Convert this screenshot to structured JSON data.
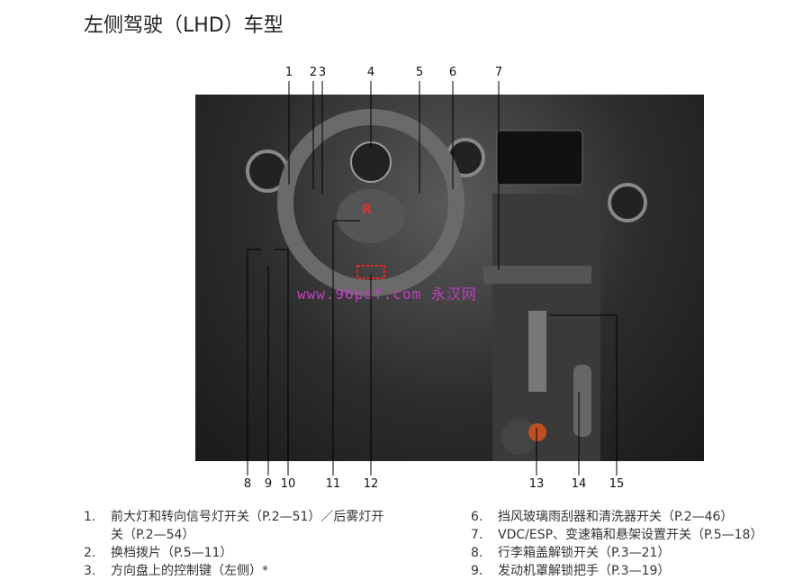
{
  "title": "左侧驾驶（LHD）车型",
  "watermark": "www.96pdf.com 永汉网",
  "callouts_top": [
    "1",
    "2",
    "3",
    "4",
    "5",
    "6",
    "7"
  ],
  "callouts_bottom": [
    "8",
    "9",
    "10",
    "11",
    "12",
    "13",
    "14",
    "15"
  ],
  "items_left": [
    {
      "n": "1.",
      "text": "前大灯和转向信号灯开关（P.2—51）／后雾灯开",
      "cont": "关（P.2—54）"
    },
    {
      "n": "2.",
      "text": "换档拨片（P.5—11）"
    },
    {
      "n": "3.",
      "text": "方向盘上的控制键（左侧）*"
    }
  ],
  "items_right": [
    {
      "n": "6.",
      "text": "挡风玻璃雨刮器和清洗器开关（P.2—46）"
    },
    {
      "n": "7.",
      "text": "VDC/ESP、变速箱和悬架设置开关（P.5—18）"
    },
    {
      "n": "8.",
      "text": "行李箱盖解锁开关（P.3—21）"
    },
    {
      "n": "9.",
      "text": "发动机罩解锁把手（P.3—19）"
    }
  ]
}
